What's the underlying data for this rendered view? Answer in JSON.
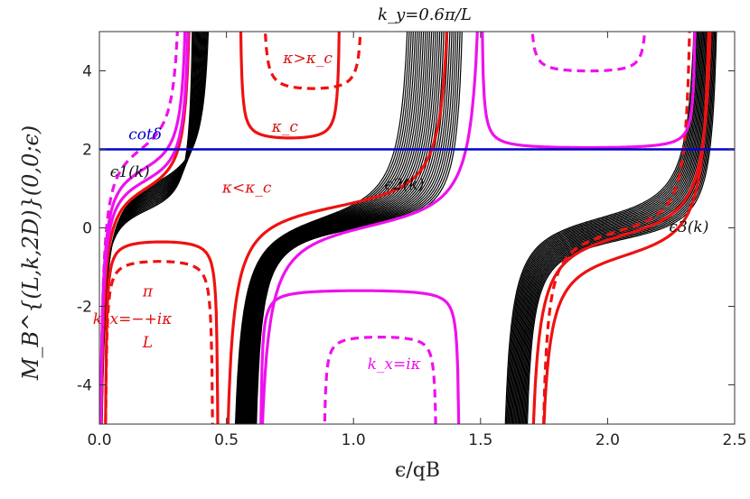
{
  "chart_data": {
    "type": "line",
    "title": "k_y=0.6π/L",
    "xlabel": "ϵ/qB",
    "ylabel": "M_B^{(L,k,2D)}(0,0;ϵ)",
    "xlim": [
      0,
      2.5
    ],
    "ylim": [
      -5,
      5
    ],
    "x_ticks": [
      "0.0",
      "0.5",
      "1.0",
      "1.5",
      "2.0",
      "2.5"
    ],
    "y_ticks": [
      "-4",
      "-2",
      "0",
      "2",
      "4"
    ],
    "hline": {
      "label": "cotδ",
      "value": 2,
      "color": "#0000cc"
    },
    "annotations": [
      {
        "text": "κ>κ_c",
        "color": "#dd1111",
        "x": 0.82,
        "y": 4.2
      },
      {
        "text": "κ_c",
        "color": "#dd1111",
        "x": 0.73,
        "y": 2.45
      },
      {
        "text": "κ<κ_c",
        "color": "#dd1111",
        "x": 0.58,
        "y": 0.9
      },
      {
        "text": "cotδ",
        "color": "#0000cc",
        "x": 0.18,
        "y": 2.25
      },
      {
        "text": "ϵ1(k)",
        "color": "#111111",
        "x": 0.12,
        "y": 1.3
      },
      {
        "text": "ϵ2(k)",
        "color": "#111111",
        "x": 1.2,
        "y": 0.98
      },
      {
        "text": "ϵ3(k)",
        "color": "#111111",
        "x": 2.32,
        "y": -0.1
      },
      {
        "text": "π",
        "color": "#dd1111",
        "x": 0.19,
        "y": -1.75
      },
      {
        "text": "k_x=−+iκ",
        "color": "#dd1111",
        "x": 0.13,
        "y": -2.45
      },
      {
        "text": "L",
        "color": "#dd1111",
        "x": 0.19,
        "y": -3.05
      },
      {
        "text": "k_x=iκ",
        "color": "#ee11ee",
        "x": 1.16,
        "y": -3.6
      }
    ],
    "series": [
      {
        "group": "black_band_1",
        "color": "#000000",
        "style": "solid",
        "count": 18
      },
      {
        "group": "black_band_2",
        "color": "#000000",
        "style": "solid",
        "count": 28
      },
      {
        "group": "black_band_3",
        "color": "#000000",
        "style": "solid",
        "count": 22
      },
      {
        "group": "red_solid",
        "color": "#ee1111",
        "style": "solid"
      },
      {
        "group": "red_dashed",
        "color": "#ee1111",
        "style": "dashed"
      },
      {
        "group": "magenta_solid",
        "color": "#ee11ee",
        "style": "solid"
      },
      {
        "group": "magenta_dashed",
        "color": "#ee11ee",
        "style": "dashed"
      }
    ]
  }
}
